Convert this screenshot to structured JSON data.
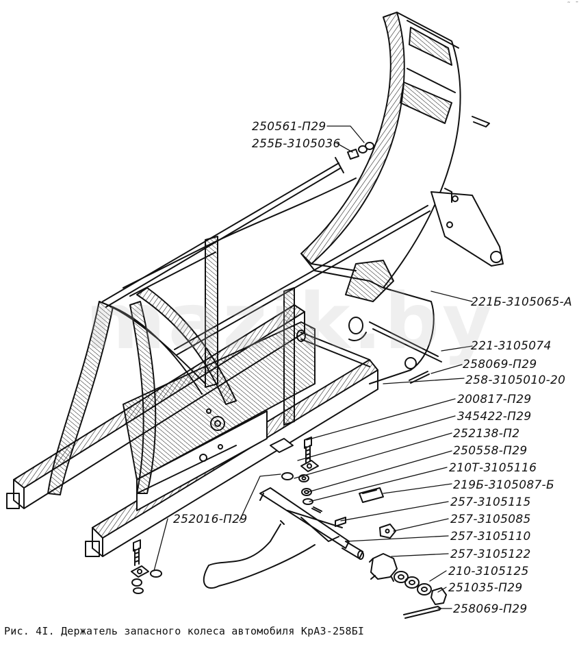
{
  "figure": {
    "caption": "Рис. 4I. Держатель запасного колеса автомобиля КрАЗ-258БI",
    "watermark": "mazik.by",
    "corner_mark": "˜ ̄"
  },
  "part_numbers": {
    "p01": "250561-П29",
    "p02": "255Б-3105036",
    "p03": "221Б-3105065-А",
    "p04": "221-3105074",
    "p05": "258069-П29",
    "p06": "258-3105010-20",
    "p07": "200817-П29",
    "p08": "345422-П29",
    "p09": "252138-П2",
    "p10": "250558-П29",
    "p11": "210Т-3105116",
    "p12": "219Б-3105087-Б",
    "p13": "257-3105115",
    "p14": "257-3105085",
    "p15": "257-3105110",
    "p16": "257-3105122",
    "p17": "210-3105125",
    "p18": "251035-П29",
    "p19": "258069-П29",
    "p20": "252016-П29"
  },
  "colors": {
    "ink": "#111111",
    "paper": "#ffffff",
    "watermark": "#b4b4b4"
  }
}
